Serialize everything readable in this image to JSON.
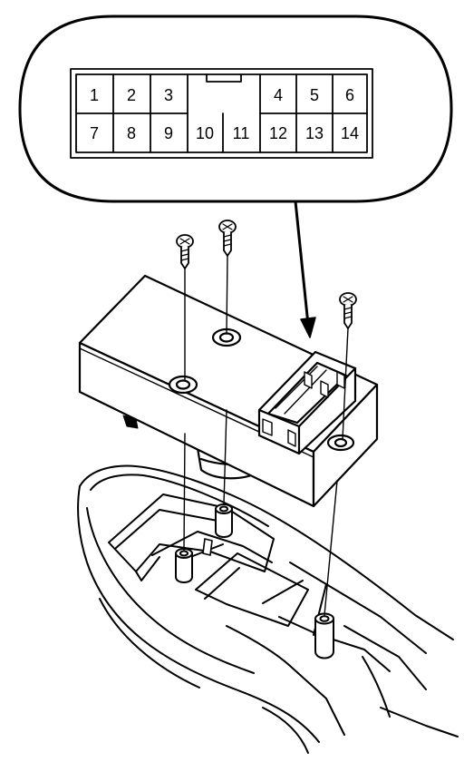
{
  "connector": {
    "top_row": [
      "1",
      "2",
      "3",
      "",
      "4",
      "5",
      "6"
    ],
    "bottom_row": [
      "7",
      "8",
      "9",
      "10",
      "11",
      "12",
      "13",
      "14"
    ]
  },
  "colors": {
    "ink": "#000000",
    "paper": "#ffffff",
    "shade": "#d9d9d9"
  }
}
